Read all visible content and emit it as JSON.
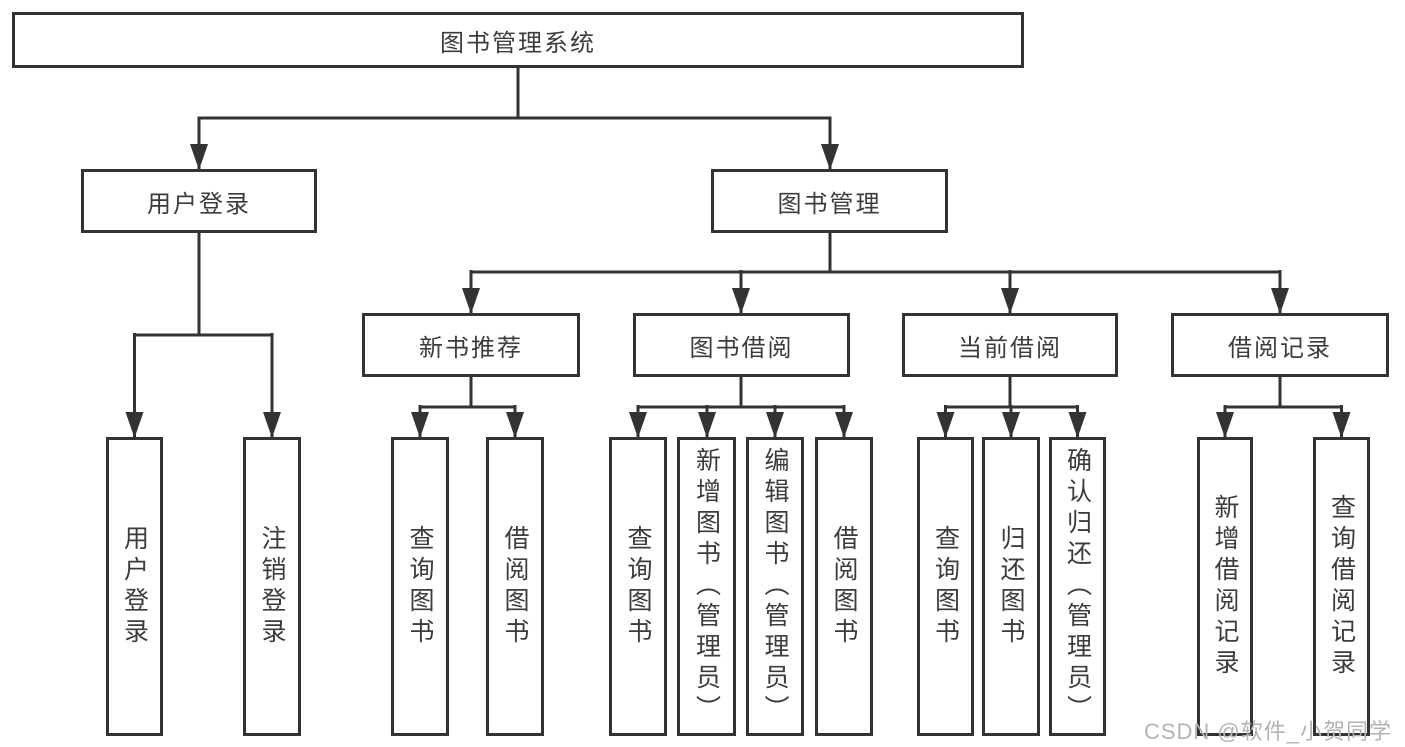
{
  "diagram_type": "hierarchy-tree",
  "tree": {
    "root": {
      "label": "图书管理系统"
    },
    "children": [
      {
        "label": "用户登录",
        "children": [
          {
            "label": "用户登录"
          },
          {
            "label": "注销登录"
          }
        ]
      },
      {
        "label": "图书管理",
        "children": [
          {
            "label": "新书推荐",
            "children": [
              {
                "label": "查询图书"
              },
              {
                "label": "借阅图书"
              }
            ]
          },
          {
            "label": "图书借阅",
            "children": [
              {
                "label": "查询图书"
              },
              {
                "label": "新增图书（管理员）"
              },
              {
                "label": "编辑图书（管理员）"
              },
              {
                "label": "借阅图书"
              }
            ]
          },
          {
            "label": "当前借阅",
            "children": [
              {
                "label": "查询图书"
              },
              {
                "label": "归还图书"
              },
              {
                "label": "确认归还（管理员）"
              }
            ]
          },
          {
            "label": "借阅记录",
            "children": [
              {
                "label": "新增借阅记录"
              },
              {
                "label": "查询借阅记录"
              }
            ]
          }
        ]
      }
    ]
  },
  "watermark": {
    "text": "CSDN @软件_小贺同学"
  },
  "colors": {
    "line": "#333333",
    "box_border": "#333333",
    "text": "#3c3c3c",
    "watermark": "#b3b3b3",
    "background": "#ffffff"
  }
}
